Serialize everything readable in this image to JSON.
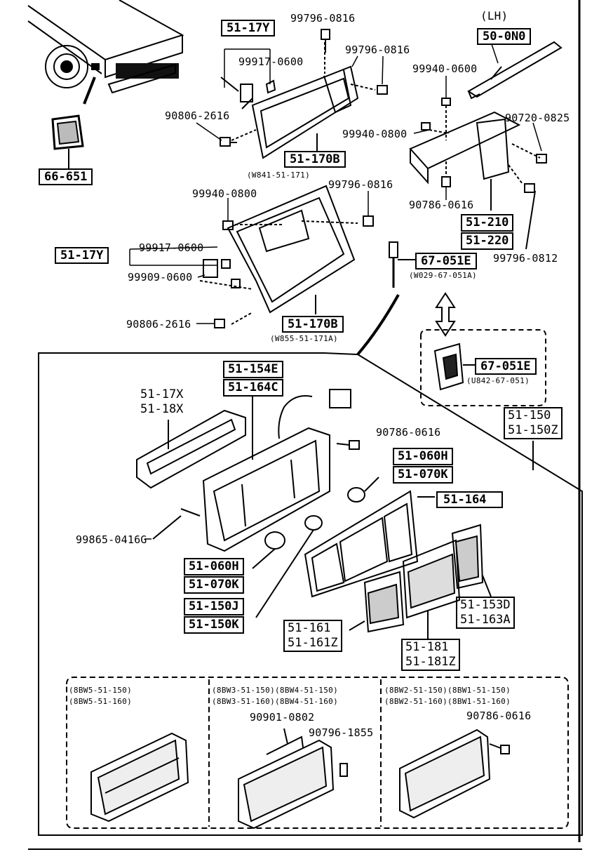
{
  "diagram": {
    "top_labels": {
      "box_51_17y_top": "51-17Y",
      "p99796_0816_a": "99796-0816",
      "p99796_0816_b": "99796-0816",
      "p99917_0600_a": "99917-0600",
      "p90806_2616_a": "90806-2616",
      "box_51_170b_a": "51-170B",
      "sub_51_170b_a": "(W841-51-171)",
      "box_66_651": "66-651",
      "lh": "(LH)",
      "box_50_0n0": "50-0N0",
      "p99940_0600": "99940-0600",
      "p90720_0825": "90720-0825",
      "p99940_0800_a": "99940-0800",
      "p90786_0616_a": "90786-0616",
      "box_51_210": "51-210",
      "box_51_220": "51-220",
      "p99796_0812": "99796-0812",
      "p99940_0800_b": "99940-0800",
      "p99796_0816_c": "99796-0816",
      "box_51_17y_mid": "51-17Y",
      "p99917_0600_b": "99917-0600",
      "p99909_0600": "99909-0600",
      "p90806_2616_b": "90806-2616",
      "box_51_170b_b": "51-170B",
      "sub_51_170b_b": "(W855-51-171A)",
      "box_67_051e_a": "67-051E",
      "sub_67_051e_a": "(W029-67-051A)"
    },
    "detail_labels": {
      "box_67_051e_b": "67-051E",
      "sub_67_051e_b": "(U842-67-051)",
      "box_51_154e": "51-154E",
      "box_51_164c": "51-164C",
      "t51_17x": "51-17X",
      "t51_18x": "51-18X",
      "box_51_150": "51-150",
      "box_51_150z": "51-150Z",
      "p90786_0616_b": "90786-0616",
      "box_51_060h_a": "51-060H",
      "box_51_070k_a": "51-070K",
      "box_51_164": "51-164",
      "p99865_0416g": "99865-0416G",
      "box_51_060h_b": "51-060H",
      "box_51_070k_b": "51-070K",
      "box_51_150j": "51-150J",
      "box_51_150k": "51-150K",
      "box_51_153d": "51-153D",
      "box_51_163a": "51-163A",
      "box_51_161": "51-161",
      "box_51_161z": "51-161Z",
      "box_51_181": "51-181",
      "box_51_181z": "51-181Z"
    },
    "variants": {
      "col1_l1": "(8BW5-51-150)",
      "col1_l2": "(8BW5-51-160)",
      "col2_l1": "(8BW3-51-150)(8BW4-51-150)",
      "col2_l2": "(8BW3-51-160)(8BW4-51-160)",
      "col2_p1": "90901-0802",
      "col2_p2": "90796-1855",
      "col3_l1": "(8BW2-51-150)(8BW1-51-150)",
      "col3_l2": "(8BW2-51-160)(8BW1-51-160)",
      "col3_p1": "90786-0616"
    }
  }
}
